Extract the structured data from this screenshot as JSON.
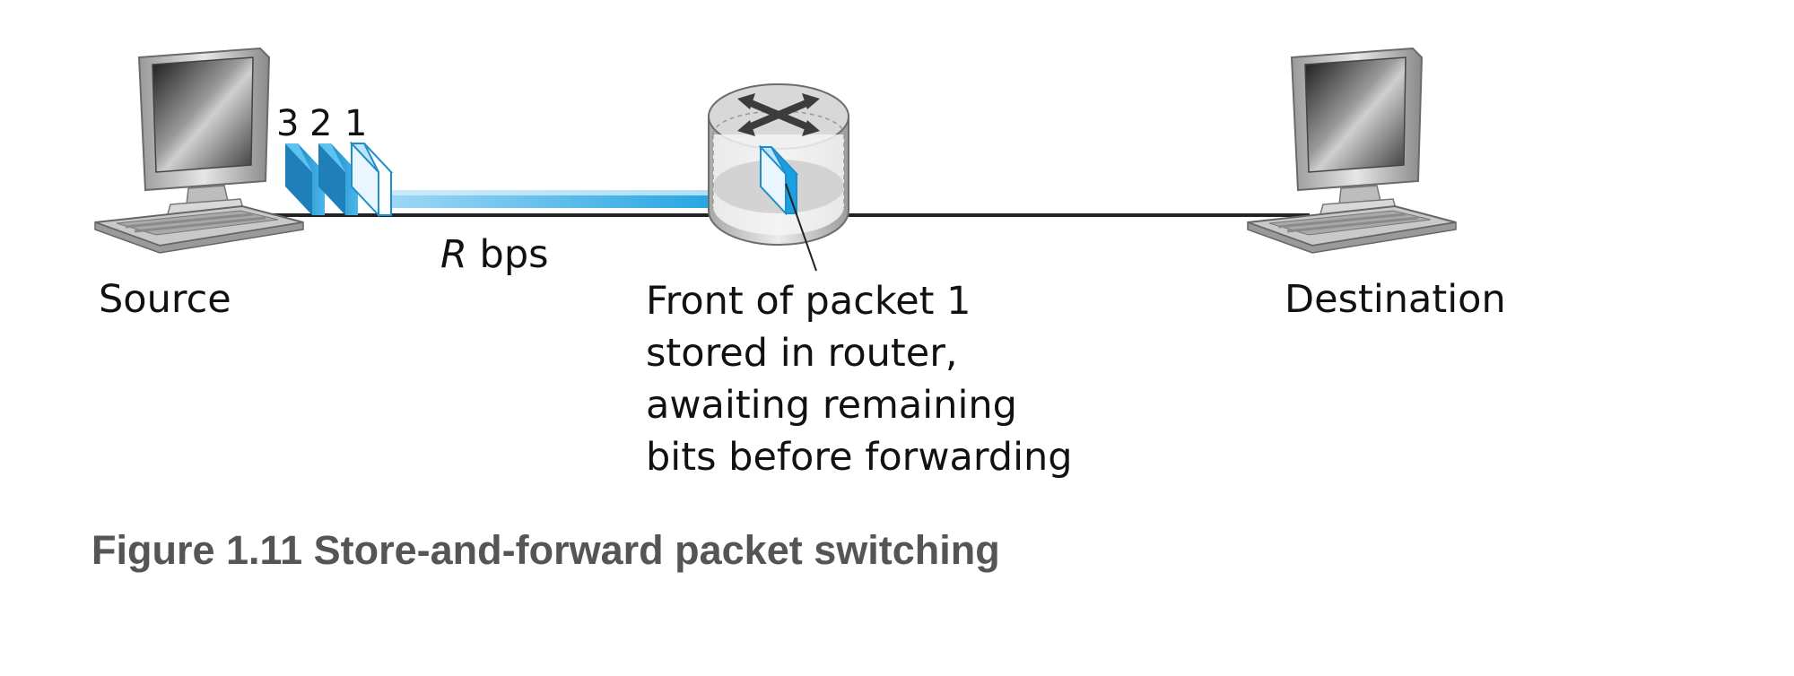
{
  "diagram": {
    "source_label": "Source",
    "destination_label": "Destination",
    "link_rate": {
      "var": "R",
      "unit": " bps"
    },
    "packet_numbers": [
      "3",
      "2",
      "1"
    ],
    "router_note": [
      "Front of packet 1",
      "stored in router,",
      "awaiting remaining",
      "bits before forwarding"
    ],
    "colors": {
      "packet": "#2a9fd6",
      "flow_arrow": "#1aa0e0",
      "link": "#222222",
      "caption": "#555555"
    },
    "icons": [
      "computer-icon",
      "router-icon",
      "packet-icon",
      "arrow-icon"
    ]
  },
  "caption": "Figure 1.11 Store-and-forward packet switching"
}
